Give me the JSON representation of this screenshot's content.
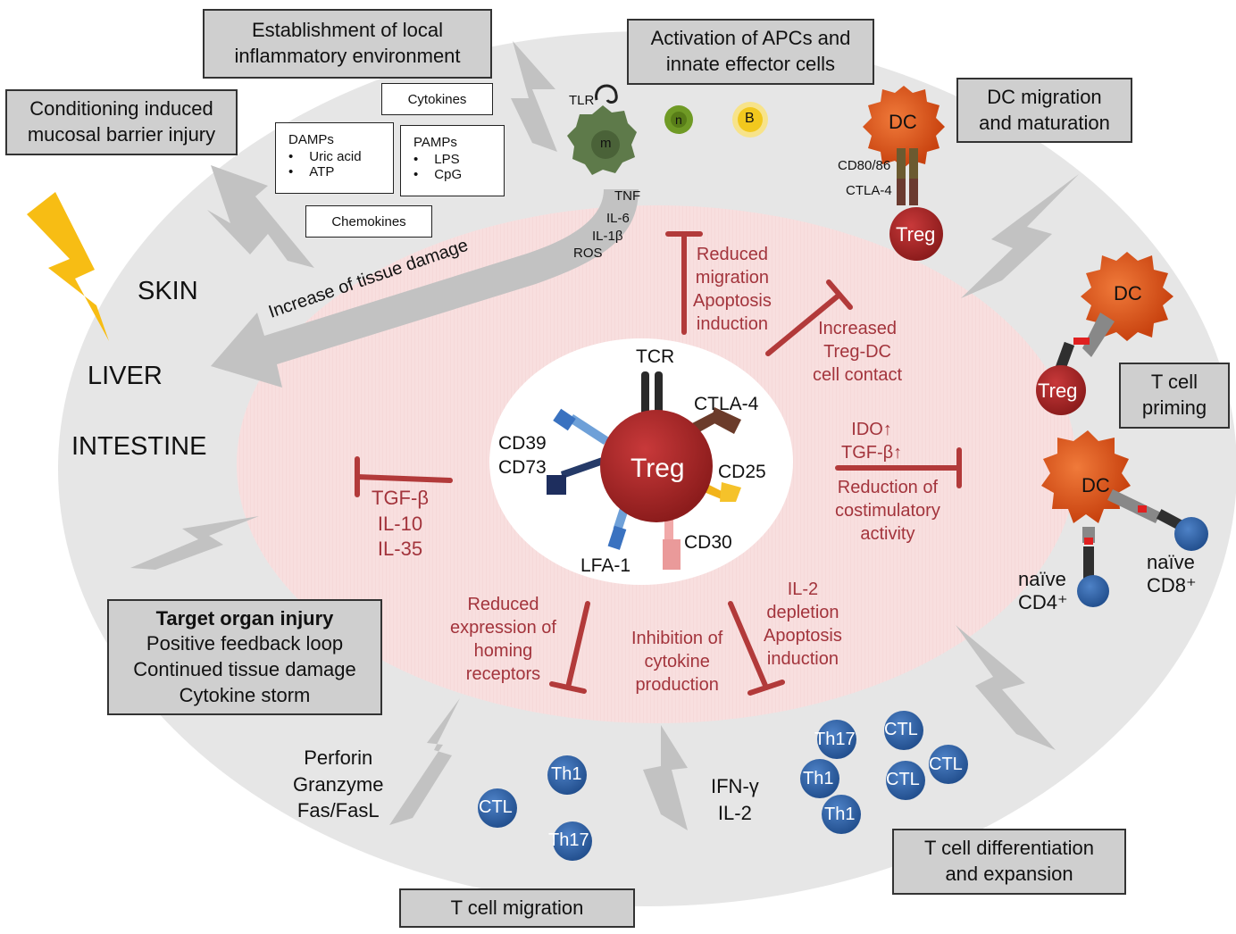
{
  "boxes": {
    "establishment": [
      "Establishment of local",
      "inflammatory environment"
    ],
    "activation": [
      "Activation of APCs and",
      "innate effector cells"
    ],
    "conditioning": [
      "Conditioning induced",
      "mucosal barrier injury"
    ],
    "dc_migration": [
      "DC migration",
      "and maturation"
    ],
    "t_cell_priming": [
      "T cell",
      "priming"
    ],
    "target_organ": {
      "title": "Target organ injury",
      "lines": [
        "Positive feedback loop",
        "Continued tissue damage",
        "Cytokine storm"
      ]
    },
    "t_cell_migration": "T cell migration",
    "t_cell_diff": [
      "T cell differentiation",
      "and expansion"
    ]
  },
  "small_boxes": {
    "cytokines": "Cytokines",
    "damps": {
      "title": "DAMPs",
      "items": [
        "Uric acid",
        "ATP"
      ]
    },
    "pamps": {
      "title": "PAMPs",
      "items": [
        "LPS",
        "CpG"
      ]
    },
    "chemokines": "Chemokines"
  },
  "organs": [
    "SKIN",
    "LIVER",
    "INTESTINE"
  ],
  "damage_arrow": {
    "label": "Increase of tissue damage",
    "mediators": [
      "TNF",
      "IL-6",
      "IL-1β",
      "ROS"
    ]
  },
  "cells": {
    "tlr": "TLR",
    "macrophage": "m",
    "neutrophil": "n",
    "b_cell": "B",
    "dc": "DC",
    "treg": "Treg",
    "cd80": "CD80/86",
    "ctla4": "CTLA-4",
    "naive_cd4": [
      "naïve",
      "CD4⁺"
    ],
    "naive_cd8": [
      "naïve",
      "CD8⁺"
    ]
  },
  "center": {
    "treg": "Treg",
    "molecules": {
      "tcr": "TCR",
      "ctla4": "CTLA-4",
      "cd39": "CD39",
      "cd73": "CD73",
      "cd25": "CD25",
      "lfa1": "LFA-1",
      "cd30": "CD30"
    }
  },
  "mechanisms": {
    "migration": [
      "Reduced",
      "migration",
      "Apoptosis",
      "induction"
    ],
    "contact": [
      "Increased",
      "Treg-DC",
      "cell contact"
    ],
    "ido": [
      "IDO↑",
      "TGF-β↑"
    ],
    "costim": [
      "Reduction of",
      "costimulatory",
      "activity"
    ],
    "cytokines": [
      "TGF-β",
      "IL-10",
      "IL-35"
    ],
    "homing": [
      "Reduced",
      "expression of",
      "homing",
      "receptors"
    ],
    "inhibition": [
      "Inhibition of",
      "cytokine",
      "production"
    ],
    "il2": [
      "IL-2",
      "depletion",
      "Apoptosis",
      "induction"
    ]
  },
  "effectors": {
    "perforin": [
      "Perforin",
      "Granzyme",
      "Fas/FasL"
    ],
    "ifn": [
      "IFN-γ",
      "IL-2"
    ],
    "migration_cells": [
      "Th1",
      "CTL",
      "Th17"
    ],
    "diff_cells": [
      "Th17",
      "CTL",
      "Th1",
      "CTL",
      "CTL",
      "Th1"
    ]
  },
  "colors": {
    "outer_ellipse": "#e6e6e6",
    "inner_ellipse": "#f8dcdc",
    "treg": "#b22b2b",
    "dc": "#e0561e",
    "t_cell": "#3262a8",
    "inhibit": "#b23a3a",
    "lightning": "#f7bd14"
  }
}
